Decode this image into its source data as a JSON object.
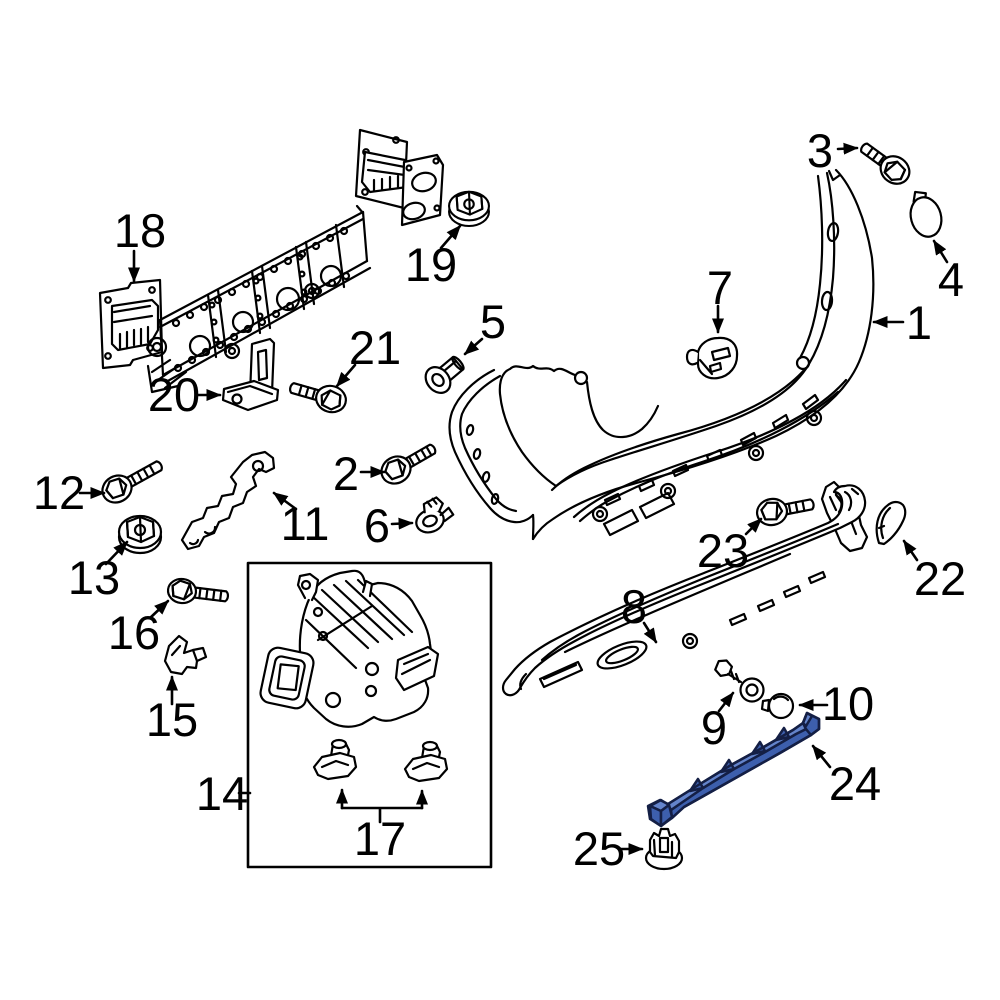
{
  "diagram": {
    "background": "#ffffff",
    "line_color": "#000000",
    "box_border_color": "#000000",
    "highlight": {
      "part_number": "24",
      "fill": "#3d5fad",
      "fill_light": "#6484cb",
      "outline": "#141f45"
    },
    "callouts": [
      {
        "label": "1"
      },
      {
        "label": "2"
      },
      {
        "label": "3"
      },
      {
        "label": "4"
      },
      {
        "label": "5"
      },
      {
        "label": "6"
      },
      {
        "label": "7"
      },
      {
        "label": "8"
      },
      {
        "label": "9"
      },
      {
        "label": "10"
      },
      {
        "label": "11"
      },
      {
        "label": "12"
      },
      {
        "label": "13"
      },
      {
        "label": "14"
      },
      {
        "label": "15"
      },
      {
        "label": "16"
      },
      {
        "label": "17"
      },
      {
        "label": "18"
      },
      {
        "label": "19"
      },
      {
        "label": "20"
      },
      {
        "label": "21"
      },
      {
        "label": "22"
      },
      {
        "label": "23"
      },
      {
        "label": "24"
      },
      {
        "label": "25"
      }
    ]
  }
}
